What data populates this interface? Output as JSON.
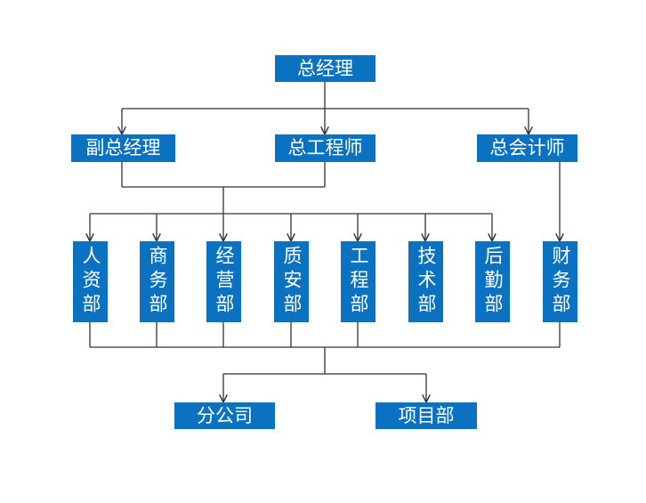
{
  "colors": {
    "node_fill": "#0b72c2",
    "node_text": "#ffffff",
    "connector": "#333333",
    "background": "#ffffff"
  },
  "nodes": {
    "gm": "总经理",
    "deputy_gm": "副总经理",
    "chief_engineer": "总工程师",
    "chief_accountant": "总会计师",
    "hr": "人资部",
    "commerce": "商务部",
    "operations": "经营部",
    "quality_safety": "质安部",
    "engineering": "工程部",
    "technology": "技术部",
    "logistics": "后勤部",
    "finance": "财务部",
    "branch_company": "分公司",
    "project_dept": "项目部"
  }
}
